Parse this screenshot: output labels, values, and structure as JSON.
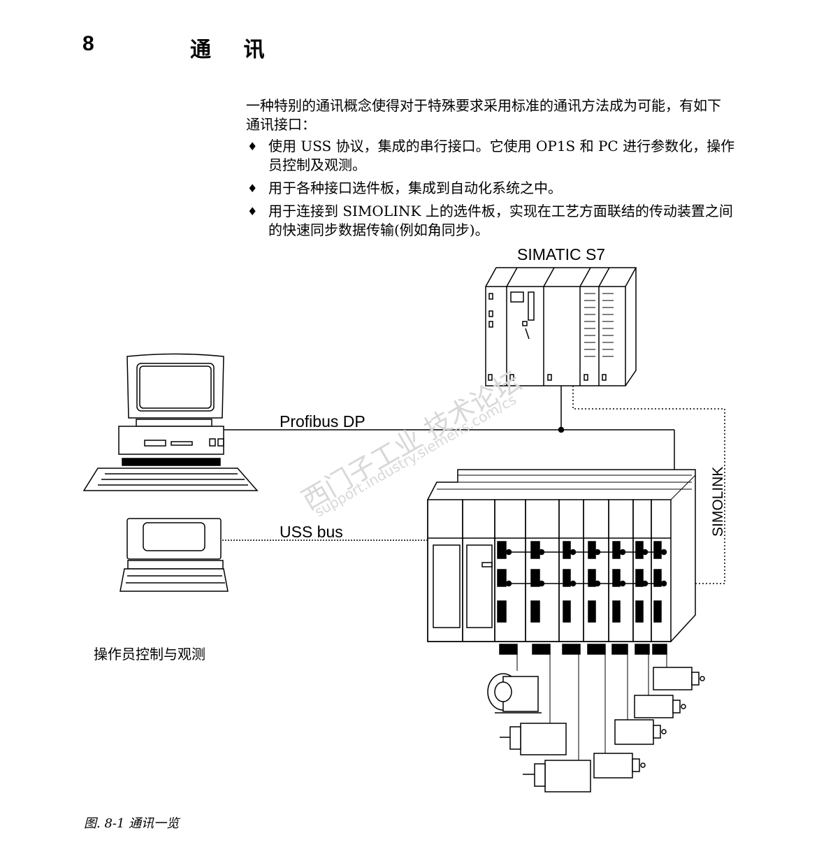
{
  "chapter": {
    "number": "8",
    "title": "通 讯"
  },
  "intro": "一种特别的通讯概念使得对于特殊要求采用标准的通讯方法成为可能，有如下通讯接口：",
  "bullets": [
    "使用 USS 协议，集成的串行接口。它使用 OP1S 和 PC 进行参数化，操作员控制及观测。",
    "用于各种接口选件板，集成到自动化系统之中。",
    "用于连接到 SIMOLINK 上的选件板，实现在工艺方面联结的传动装置之间的快速同步数据传输(例如角同步)。"
  ],
  "bullet_symbol": "♦",
  "diagram": {
    "simatic_label": "SIMATIC S7",
    "profibus_label": "Profibus DP",
    "uss_label": "USS bus",
    "simolink_label": "SIMOLINK",
    "operator_caption": "操作员控制与观测"
  },
  "watermark": {
    "line1": "西门子工业 技术论坛",
    "line2": "support.industry.siemens.com/cs"
  },
  "figure_caption": "图. 8-1 通讯一览"
}
